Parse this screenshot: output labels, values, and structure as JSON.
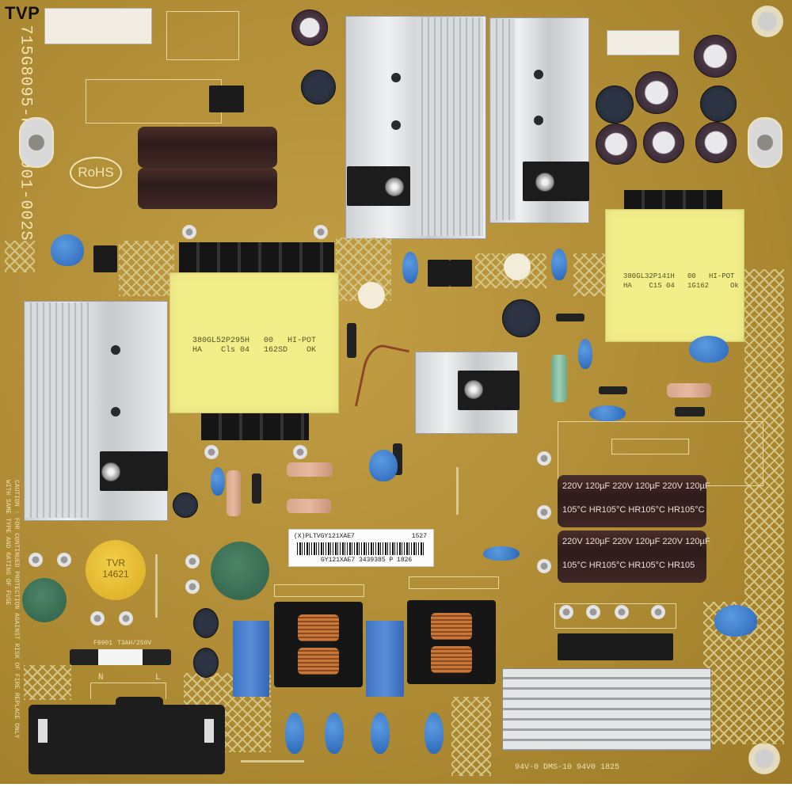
{
  "image": {
    "subject": "TV power supply circuit board",
    "watermark": "TVP",
    "board_part_number": "715G8095-P02-001-002S",
    "rohs_mark": "RoHS",
    "colors": {
      "pcb": "#b08c32",
      "silkscreen": "#f3e6b8",
      "transformer_tape": "#f2ee8a",
      "y_capacitor": "#3a7bd5",
      "heatsink": "#d9dcde"
    }
  },
  "transformers": [
    {
      "id": "left",
      "line1": "380GL52P295H   00   HI-POT",
      "line2": "HA    Cls 04   162SD    OK"
    },
    {
      "id": "right",
      "line1": "380GL32P141H   00   HI-POT",
      "line2": "HA    C1S 04   1G162     Ok"
    }
  ],
  "bulk_capacitors": [
    {
      "line1": "220V 120µF  220V 120µF  220V 120µF",
      "line2": "105°C   HR105°C   HR105°C   HR105°C"
    },
    {
      "line1": "220V 120µF  220V 120µF  220V 120µF",
      "line2": "105°C   HR105°C   HR105°C   HR105"
    }
  ],
  "barcode_label": {
    "line1": "(X)PLTVGY121XAE7",
    "line1_right": "1527",
    "line2": "GY121XAE7 3439385 P 1826"
  },
  "varistor": {
    "line1": "TVR",
    "line2": "14621"
  },
  "fuse_label": {
    "ref": "F9901",
    "rating": "T3AH/250V"
  },
  "mains_labels": {
    "neutral": "N",
    "live": "L"
  },
  "caution_text": "CAUTION : FOR CONTINUED PROTECTION AGAINST RISK OF FIRE REPLACE ONLY WITH SAME TYPE AND RATING OF FUSE",
  "bottom_marking": "94V-0  DMS-10  94V0  1825",
  "heatsinks": [
    "top-center-left",
    "top-center-right",
    "left",
    "mid",
    "bottom-right"
  ]
}
